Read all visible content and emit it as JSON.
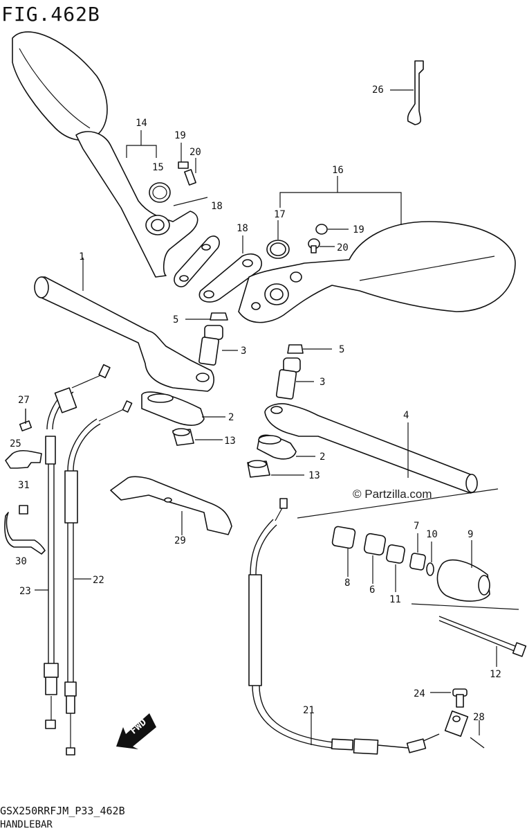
{
  "figure": {
    "title": "FIG.462B",
    "model_code": "GSX250RRFJM_P33_462B",
    "name": "HANDLEBAR",
    "watermark": "© Partzilla.com"
  },
  "callouts": {
    "c1": "1",
    "c2a": "2",
    "c2b": "2",
    "c3a": "3",
    "c3b": "3",
    "c4": "4",
    "c5a": "5",
    "c5b": "5",
    "c6": "6",
    "c7": "7",
    "c8": "8",
    "c9": "9",
    "c10": "10",
    "c11": "11",
    "c12": "12",
    "c13a": "13",
    "c13b": "13",
    "c14": "14",
    "c15": "15",
    "c16": "16",
    "c17": "17",
    "c18a": "18",
    "c18b": "18",
    "c19a": "19",
    "c19b": "19",
    "c20a": "20",
    "c20b": "20",
    "c21": "21",
    "c22": "22",
    "c23": "23",
    "c24": "24",
    "c25": "25",
    "c26": "26",
    "c27": "27",
    "c28": "28",
    "c29": "29",
    "c30": "30",
    "c31": "31"
  },
  "fwd_label": "FWD"
}
